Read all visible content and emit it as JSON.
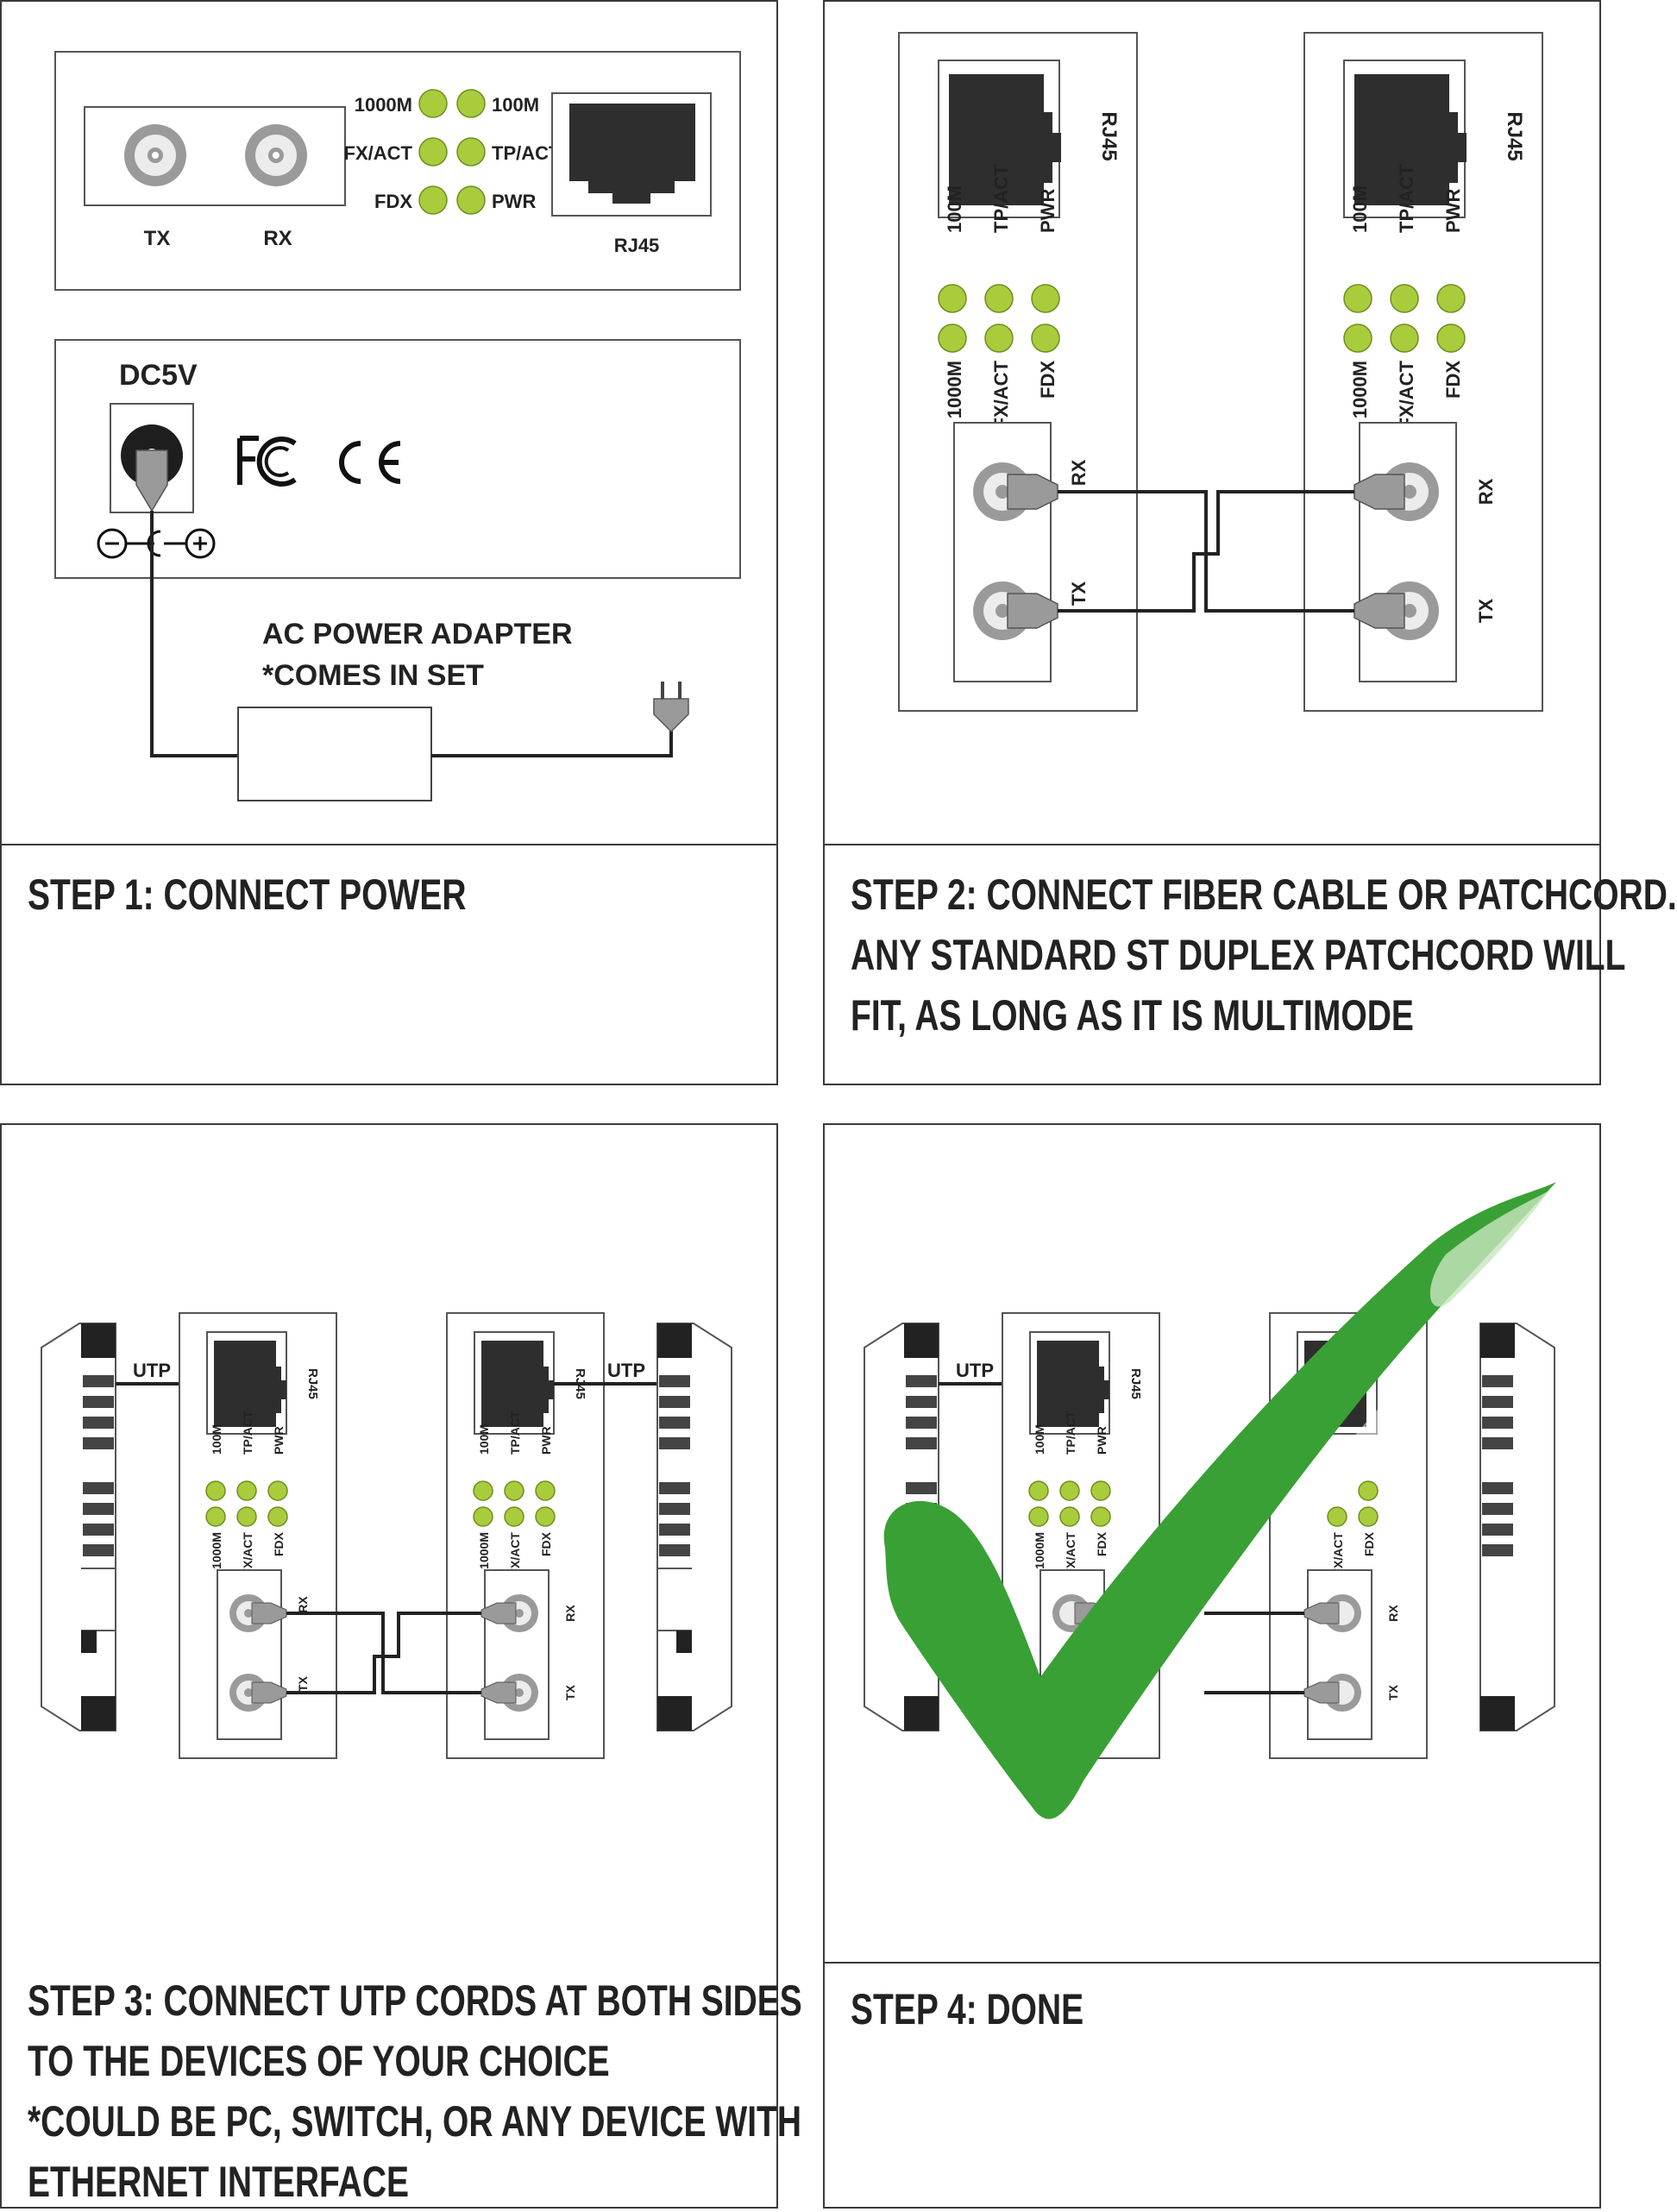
{
  "colors": {
    "led": "#a9cc3c",
    "led_stroke": "#6f8e1f",
    "port_dark": "#2e2e2e",
    "line": "#222222",
    "check_green": "#39a035",
    "panel_border": "#3a3a3a"
  },
  "labels": {
    "tx": "TX",
    "rx": "RX",
    "rj45": "RJ45",
    "led_1000m": "1000M",
    "led_100m": "100M",
    "led_fxact": "FX/ACT",
    "led_tpact": "TP/ACT",
    "led_fdx": "FDX",
    "led_pwr": "PWR",
    "dc5v": "DC5V",
    "fc": "FC",
    "ce": "CE",
    "minus": "−",
    "plus": "+",
    "adapter_line1": "AC POWER ADAPTER",
    "adapter_line2": "*COMES IN SET",
    "utp": "UTP"
  },
  "steps": [
    {
      "caption": [
        "STEP 1: CONNECT POWER"
      ]
    },
    {
      "caption": [
        "STEP 2: CONNECT FIBER CABLE OR PATCHCORD.",
        "ANY STANDARD ST DUPLEX PATCHCORD WILL",
        "FIT, AS LONG AS IT IS MULTIMODE"
      ]
    },
    {
      "caption": [
        "STEP 3: CONNECT UTP CORDS AT BOTH SIDES",
        "TO THE DEVICES OF YOUR CHOICE",
        "*COULD BE PC, SWITCH, OR ANY DEVICE WITH",
        "ETHERNET INTERFACE"
      ]
    },
    {
      "caption": [
        "STEP 4: DONE"
      ]
    }
  ],
  "icons": [
    "led-indicator-icon",
    "st-fiber-port-icon",
    "rj45-port-icon",
    "dc-jack-icon",
    "fc-logo-icon",
    "ce-logo-icon",
    "plug-icon",
    "power-adapter-icon",
    "switch-device-icon",
    "checkmark-icon"
  ]
}
